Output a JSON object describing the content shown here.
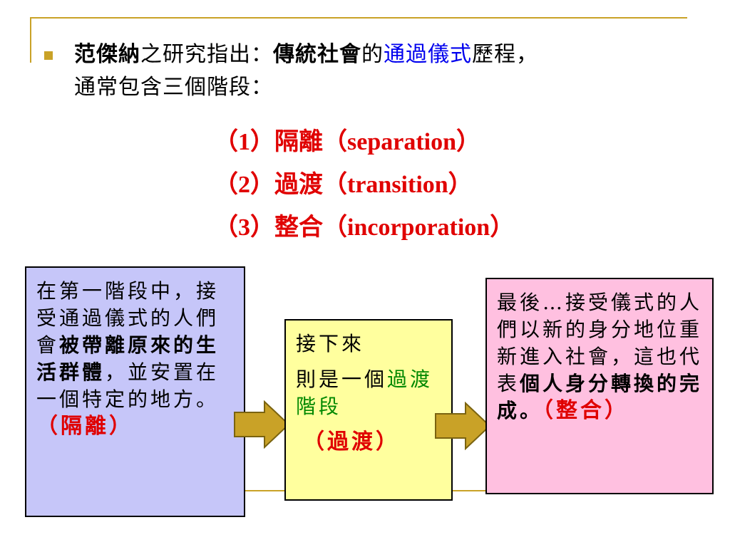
{
  "slide": {
    "bullet": {
      "p1": "范傑納",
      "p2": "之研究指出：",
      "p3": "傳統社會",
      "p4": "的",
      "p5": "通過儀式",
      "p6": "歷程，",
      "line2": "通常包含三個階段："
    },
    "stages": [
      "（1）隔離（separation）",
      "（2）過渡（transition）",
      "（3）整合（incorporation）"
    ]
  },
  "boxes": {
    "box1": {
      "text_a": "在第一階段中，接受通過儀式的人們會",
      "text_bold": "被帶離原來的生活群體",
      "text_b": "，並安置在一個特定的地方。",
      "tag": "（隔離）"
    },
    "box2": {
      "line1": "接下來",
      "line2_a": "則是一個",
      "line2_b": "過渡階段",
      "tag": "（過渡）"
    },
    "box3": {
      "text_a": "最後…接受儀式的人們以新的身分地位重新進入社會，這也代表",
      "text_bold": "個人身分轉換的完成。",
      "tag": "（整合）"
    }
  },
  "colors": {
    "accent_gold": "#c9a227",
    "emphasis_red": "#e00000",
    "emphasis_blue": "#0000ee",
    "emphasis_green": "#008800",
    "box1_bg": "#c6c6f9",
    "box2_bg": "#ffff9e",
    "box3_bg": "#ffc0e0",
    "arrow_fill": "#c9a227"
  },
  "icons": {
    "arrow1": "right-arrow-icon",
    "arrow2": "right-arrow-icon",
    "bullet": "square-bullet-icon"
  }
}
